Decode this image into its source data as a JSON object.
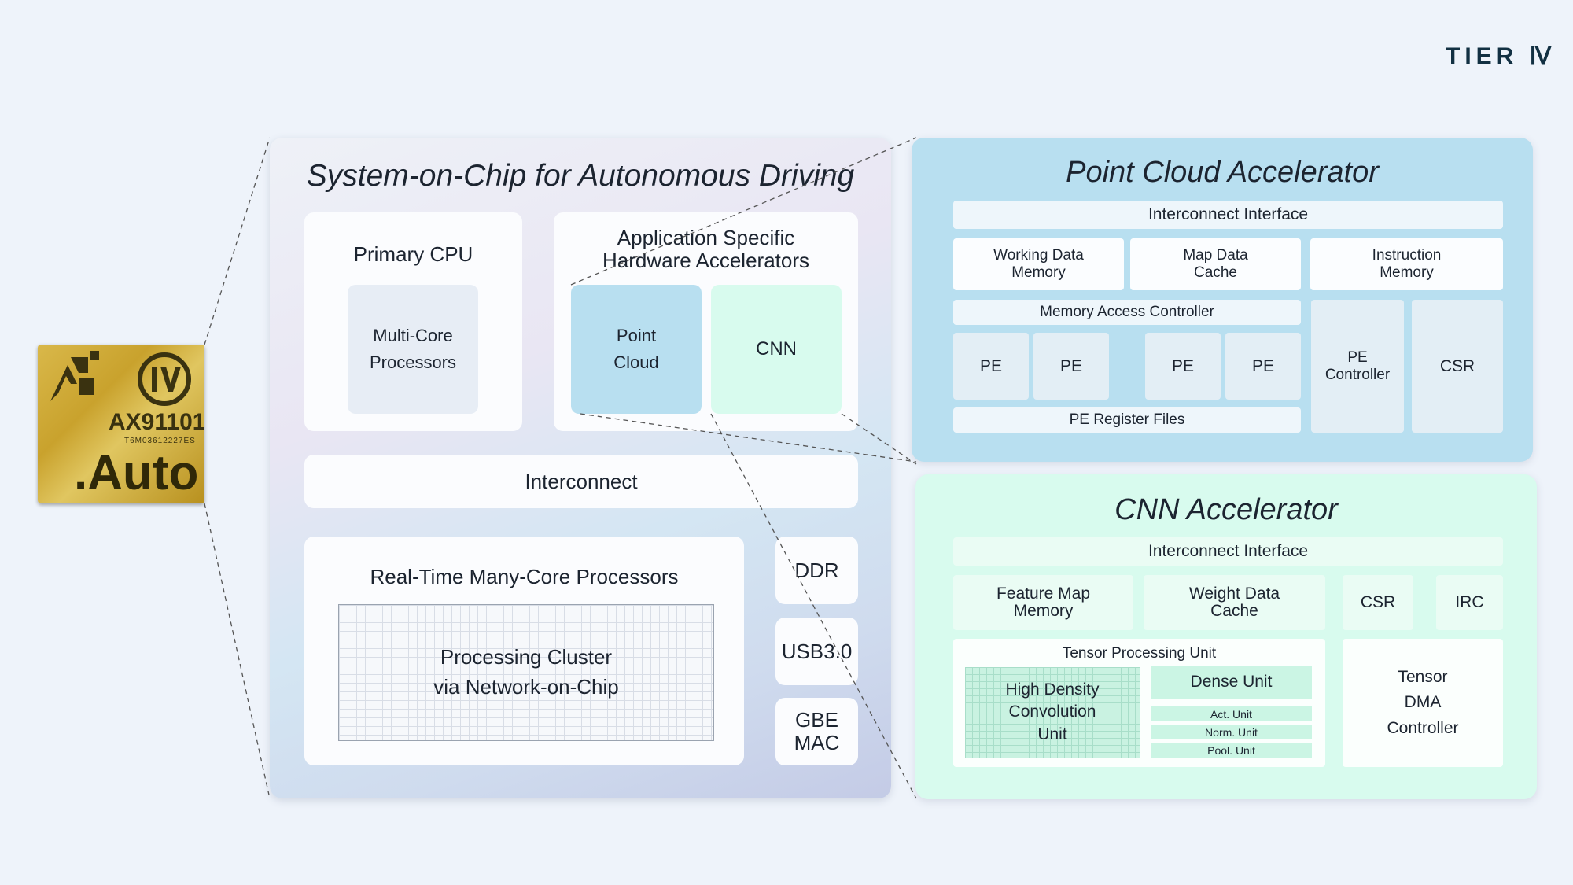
{
  "brand": {
    "logo_text": "TIER Ⅳ"
  },
  "chip": {
    "model": "AX91101",
    "serial": "T6M03612227ES",
    "brand": ".Auto",
    "accent": "#c9a22d"
  },
  "soc": {
    "title": "System-on-Chip for Autonomous Driving",
    "primary_cpu": {
      "label": "Primary CPU",
      "inner_line1": "Multi-Core",
      "inner_line2": "Processors"
    },
    "asha": {
      "label_line1": "Application Specific",
      "label_line2": "Hardware Accelerators",
      "point_cloud_line1": "Point",
      "point_cloud_line2": "Cloud",
      "cnn": "CNN"
    },
    "interconnect": "Interconnect",
    "realtime": {
      "label": "Real-Time Many-Core Processors",
      "cluster_line1": "Processing Cluster",
      "cluster_line2": "via Network-on-Chip"
    },
    "io": [
      "DDR",
      "USB3.0",
      "GBE",
      "MAC"
    ]
  },
  "point_cloud_accelerator": {
    "title": "Point Cloud Accelerator",
    "interconnect_interface": "Interconnect Interface",
    "working_data_memory": [
      "Working Data",
      "Memory"
    ],
    "map_data_cache": [
      "Map Data",
      "Cache"
    ],
    "instruction_memory": [
      "Instruction",
      "Memory"
    ],
    "memory_access_controller": "Memory Access Controller",
    "pe": [
      "PE",
      "PE",
      "PE",
      "PE"
    ],
    "pe_controller": [
      "PE",
      "Controller"
    ],
    "csr": "CSR",
    "pe_register_files": "PE Register Files",
    "color": "#b8dff0"
  },
  "cnn_accelerator": {
    "title": "CNN Accelerator",
    "interconnect_interface": "Interconnect Interface",
    "feature_map_memory": [
      "Feature Map",
      "Memory"
    ],
    "weight_data_cache": [
      "Weight Data",
      "Cache"
    ],
    "csr": "CSR",
    "irc": "IRC",
    "tensor_processing_unit": "Tensor Processing Unit",
    "high_density": [
      "High Density",
      "Convolution",
      "Unit"
    ],
    "dense_unit": "Dense Unit",
    "sub_units": [
      "Act. Unit",
      "Norm. Unit",
      "Pool. Unit"
    ],
    "tensor_dma": [
      "Tensor",
      "DMA",
      "Controller"
    ],
    "color": "#d8fbee"
  }
}
